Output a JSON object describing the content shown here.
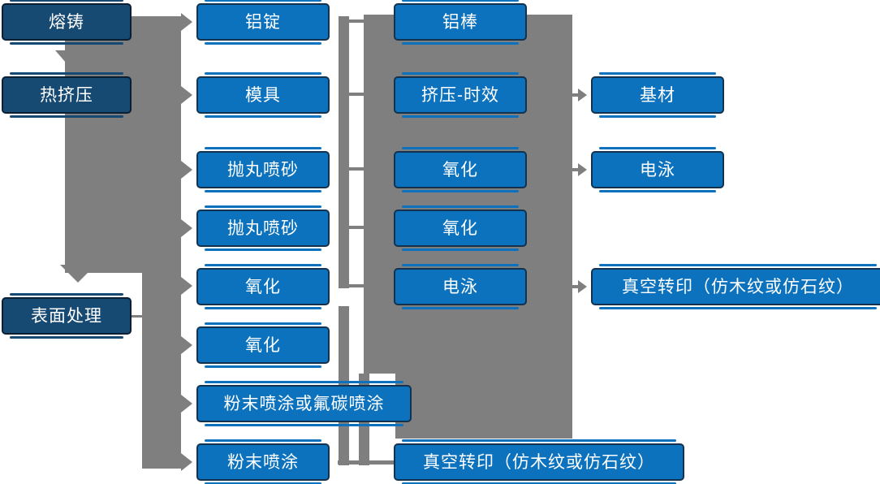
{
  "palette": {
    "box_blue": "#0d72bd",
    "box_dark_blue": "#174a73",
    "box_border": "#12324d",
    "box_border_dark": "#0a1f33",
    "connector_gray": "#7f7f7f",
    "text_color": "#ffffff",
    "background": "#ffffff"
  },
  "nodes": [
    {
      "id": "rongzhu",
      "label": "熔铸",
      "variant": "dark"
    },
    {
      "id": "rejiya",
      "label": "热挤压",
      "variant": "dark"
    },
    {
      "id": "biaomian",
      "label": "表面处理",
      "variant": "dark"
    },
    {
      "id": "lvding",
      "label": "铝锭",
      "variant": "blue"
    },
    {
      "id": "muju",
      "label": "模具",
      "variant": "blue"
    },
    {
      "id": "paowan1",
      "label": "抛丸喷砂",
      "variant": "blue"
    },
    {
      "id": "paowan2",
      "label": "抛丸喷砂",
      "variant": "blue"
    },
    {
      "id": "yanghua2a",
      "label": "氧化",
      "variant": "blue"
    },
    {
      "id": "yanghua2b",
      "label": "氧化",
      "variant": "blue"
    },
    {
      "id": "fenmofu",
      "label": "粉末喷涂或氟碳喷涂",
      "variant": "blue"
    },
    {
      "id": "fenmo",
      "label": "粉末喷涂",
      "variant": "blue"
    },
    {
      "id": "lvbang",
      "label": "铝棒",
      "variant": "blue"
    },
    {
      "id": "jiyashixiao",
      "label": "挤压-时效",
      "variant": "blue"
    },
    {
      "id": "yanghua3a",
      "label": "氧化",
      "variant": "blue"
    },
    {
      "id": "yanghua3b",
      "label": "氧化",
      "variant": "blue"
    },
    {
      "id": "dianyong3",
      "label": "电泳",
      "variant": "blue"
    },
    {
      "id": "zhenkong3",
      "label": "真空转印（仿木纹或仿石纹）",
      "variant": "blue"
    },
    {
      "id": "jicai",
      "label": "基材",
      "variant": "blue"
    },
    {
      "id": "dianyong4",
      "label": "电泳",
      "variant": "blue"
    },
    {
      "id": "zhenkong4",
      "label": "真空转印（仿木纹或仿石纹）",
      "variant": "blue"
    }
  ],
  "edges": [
    {
      "from": "rongzhu",
      "to": "lvding"
    },
    {
      "from": "rongzhu",
      "to": "rejiya"
    },
    {
      "from": "rejiya",
      "to": "muju"
    },
    {
      "from": "rejiya",
      "to": "paowan1"
    },
    {
      "from": "rejiya",
      "to": "paowan2"
    },
    {
      "from": "rejiya",
      "to": "yanghua2a"
    },
    {
      "from": "rejiya",
      "to": "biaomian"
    },
    {
      "from": "biaomian",
      "to": "yanghua2b"
    },
    {
      "from": "biaomian",
      "to": "fenmofu"
    },
    {
      "from": "biaomian",
      "to": "fenmo"
    },
    {
      "from": "lvding",
      "to": "lvbang"
    },
    {
      "from": "muju",
      "to": "jiyashixiao"
    },
    {
      "from": "paowan1",
      "to": "yanghua3a"
    },
    {
      "from": "paowan2",
      "to": "yanghua3b"
    },
    {
      "from": "yanghua2a",
      "to": "dianyong3"
    },
    {
      "from": "jiyashixiao",
      "to": "jicai"
    },
    {
      "from": "yanghua3a",
      "to": "dianyong4"
    },
    {
      "from": "dianyong3",
      "to": "zhenkong4"
    },
    {
      "from": "fenmo",
      "to": "zhenkong3"
    }
  ]
}
